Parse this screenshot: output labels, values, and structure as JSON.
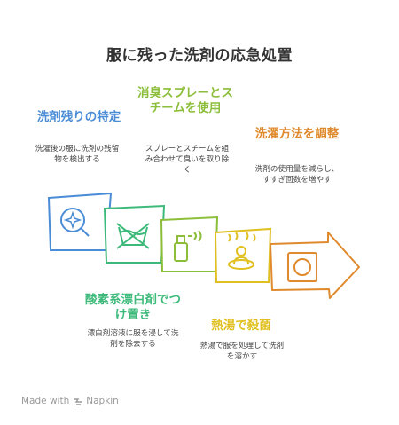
{
  "title": "服に残った洗剤の応急処置",
  "steps": [
    {
      "title": "洗剤残りの特定",
      "description": "洗濯後の服に洗剤の残留物を検出する",
      "color": "#4A8CD6",
      "icon": "search-sparkle-icon"
    },
    {
      "title": "酸素系漂白剤でつけ置き",
      "description": "漂白剤溶液に服を浸して洗剤を除去する",
      "color": "#3DBA7A",
      "icon": "no-wash-icon"
    },
    {
      "title": "消臭スプレーとスチームを使用",
      "description": "スプレーとスチームを組み合わせて臭いを取り除く",
      "color": "#8CBE3A",
      "icon": "spray-icon"
    },
    {
      "title": "熱湯で殺菌",
      "description": "熱湯で服を処理して洗剤を溶かす",
      "color": "#E0C020",
      "icon": "hot-water-icon"
    },
    {
      "title": "洗濯方法を調整",
      "description": "洗剤の使用量を減らし、すすぎ回数を増やす",
      "color": "#E08A2E",
      "icon": "washing-machine-icon"
    }
  ],
  "footer": {
    "made_with": "Made with",
    "brand": "Napkin"
  }
}
